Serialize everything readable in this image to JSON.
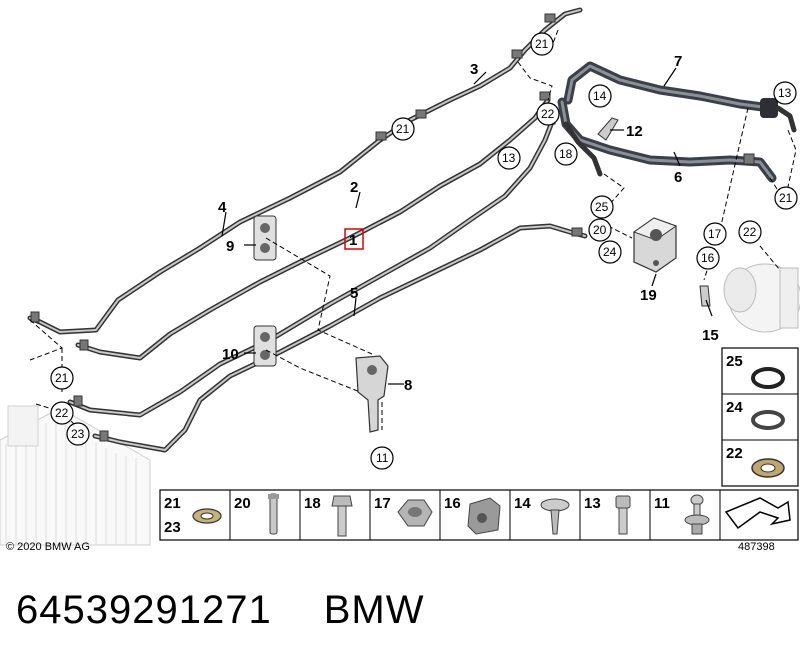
{
  "copyright": "© 2020 BMW AG",
  "diagram_number": "487398",
  "caption": {
    "part_number": "64539291271",
    "brand": "BMW"
  },
  "highlighted_callout": "1",
  "callouts": {
    "c1": "1",
    "c2": "2",
    "c3": "3",
    "c4": "4",
    "c5": "5",
    "c6": "6",
    "c7": "7",
    "c8": "8",
    "c9": "9",
    "c10": "10",
    "c12": "12",
    "c15": "15",
    "c19": "19"
  },
  "circle_callouts": {
    "a": "21",
    "b": "21",
    "c": "21",
    "d": "21",
    "e": "22",
    "f": "22",
    "g": "22",
    "h": "23",
    "i": "13",
    "j": "13",
    "k": "14",
    "l": "18",
    "m": "25",
    "n": "20",
    "o": "24",
    "p": "17",
    "q": "16",
    "r": "11"
  },
  "seal_panel": [
    {
      "label": "25"
    },
    {
      "label": "24"
    },
    {
      "label": "22"
    }
  ],
  "parts_legend": [
    {
      "label": "21",
      "label2": "23",
      "icon": "o-ring-icon"
    },
    {
      "label": "20",
      "label2": "",
      "icon": "pin-icon"
    },
    {
      "label": "18",
      "label2": "",
      "icon": "bolt-icon"
    },
    {
      "label": "17",
      "label2": "",
      "icon": "nut-icon"
    },
    {
      "label": "16",
      "label2": "",
      "icon": "clip-icon"
    },
    {
      "label": "14",
      "label2": "",
      "icon": "screw-icon"
    },
    {
      "label": "13",
      "label2": "",
      "icon": "socket-bolt-icon"
    },
    {
      "label": "11",
      "label2": "",
      "icon": "rivet-icon"
    },
    {
      "label": "",
      "label2": "",
      "icon": "direction-arrow-icon"
    }
  ]
}
